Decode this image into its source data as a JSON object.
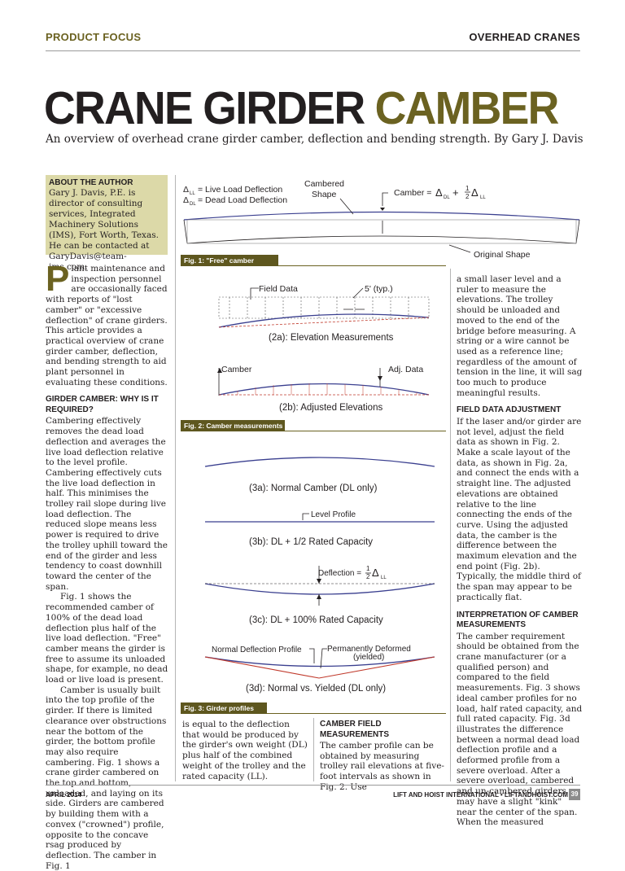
{
  "header": {
    "section": "PRODUCT FOCUS",
    "topic": "OVERHEAD CRANES"
  },
  "title": {
    "part1": "CRANE GIRDER",
    "part2": "CAMBER"
  },
  "subtitle": "An overview of overhead crane girder camber, deflection and bending strength. By Gary J. Davis",
  "author_box": {
    "heading": "ABOUT THE AUTHOR",
    "body": "Gary J. Davis, P.E. is director of consulting services, Integrated Machinery Solutions (IMS), Fort Worth, Texas. He can be contacted at GaryDavis@team-ims.com."
  },
  "col1": {
    "dropcap": "P",
    "intro": "lant maintenance and inspection personnel are occasionally faced with reports of \"lost camber\" or \"excessive deflection\" of crane girders. This article provides a practical overview of crane girder camber, deflection, and bending strength to aid plant personnel in evaluating these conditions.",
    "heading1": "GIRDER CAMBER: WHY IS IT REQUIRED?",
    "p1": "Cambering effectively removes the dead load deflection and averages the live load deflection relative to the level profile. Cambering effectively cuts the live load deflection in half. This minimises the trolley rail slope during live load deflection.  The reduced slope means less power is required to drive the trolley uphill toward the end of the girder and less tendency to coast downhill toward the center of the span.",
    "p2": "Fig. 1 shows the recommended camber of 100% of the dead load deflection plus half of the live load deflection. \"Free\" camber means the girder is free to assume its unloaded shape, for example, no dead load or live load is present.",
    "p3": "Camber is usually built into the top profile of the girder. If there is limited clearance over obstructions near the bottom of the girder, the bottom profile may also require cambering. Fig. 1 shows a crane girder cambered on the top and bottom, unloaded, and laying on its side. Girders are cambered by building them with a convex (\"crowned\") profile, opposite to the concave rsag produced by deflection.  The camber in Fig. 1"
  },
  "col2_bottom": "is equal to the deflection that would be produced by the girder's own weight (DL) plus half of the combined weight of the trolley and the rated capacity (LL).",
  "col3_bottom": {
    "heading": "CAMBER FIELD MEASUREMENTS",
    "text": "The camber profile can be obtained by measuring trolley rail elevations at five-foot intervals as shown in Fig. 2. Use"
  },
  "col4": {
    "p1": "a small laser level and a ruler to measure the elevations. The trolley should be unloaded and moved to the end of the bridge before measuring. A string or a wire cannot be used as a reference line; regardless of the amount of tension in the line, it will sag too much to produce meaningful results.",
    "heading2": "FIELD DATA ADJUSTMENT",
    "p2": "If the laser and/or girder are not level, adjust the field data as shown in Fig. 2.  Make a scale layout of the data, as shown in Fig. 2a, and connect the ends with a straight line. The adjusted elevations are obtained relative to the line connecting the ends of the curve. Using the adjusted data, the camber is the difference between the maximum elevation and the end point (Fig. 2b). Typically, the middle third of the span may appear to be practically flat.",
    "heading3": "INTERPRETATION OF CAMBER MEASUREMENTS",
    "p3": "The camber requirement should be obtained from the crane manufacturer (or a qualified person) and compared to the field measurements. Fig. 3 shows ideal camber profiles for no load, half rated capacity, and full rated capacity. Fig. 3d illustrates the difference between a normal dead load deflection profile and a deformed profile from a severe overload. After a severe overload, cambered and un-cambered girders may have a slight \"kink\" near the center of the span. When the measured"
  },
  "fig1": {
    "label": "Fig. 1: \"Free\" camber",
    "legend_ll": "= Live Load Deflection",
    "legend_dl": "= Dead Load Deflection",
    "delta": "Δ",
    "sub_ll": "LL",
    "sub_dl": "DL",
    "cambered_shape_1": "Cambered",
    "cambered_shape_2": "Shape",
    "camber_eq": "Camber = ",
    "plus": "+",
    "half_num": "1",
    "half_den": "2",
    "original_shape": "Original Shape"
  },
  "fig2": {
    "label": "Fig. 2: Camber measurements",
    "field_data": "Field Data",
    "typ": "5' (typ.)",
    "caption_a": "(2a):  Elevation Measurements",
    "camber": "Camber",
    "adj_data": "Adj. Data",
    "caption_b": "(2b):  Adjusted Elevations"
  },
  "fig3": {
    "label": "Fig. 3: Girder profiles",
    "caption_a": "(3a):  Normal Camber (DL only)",
    "level_profile": "Level Profile",
    "caption_b": "(3b):  DL + 1/2 Rated Capacity",
    "deflection": "Deflection = ",
    "caption_c": "(3c):  DL + 100% Rated Capacity",
    "normal_profile": "Normal Deflection Profile",
    "perm_1": "Permanently Deformed",
    "perm_2": "(yielded)",
    "caption_d": "(3d):  Normal vs. Yielded (DL only)"
  },
  "footer": {
    "date": "APRIL 2014",
    "publication": "LIFT AND HOIST INTERNATIONAL • LIFTANDHOIST.COM",
    "page": "39"
  },
  "colors": {
    "accent": "#6b6221",
    "label_bg": "#5e571f",
    "author_bg": "#dcd9a8",
    "curve_blue": "#3a3f8f",
    "curve_red": "#c0392b"
  }
}
